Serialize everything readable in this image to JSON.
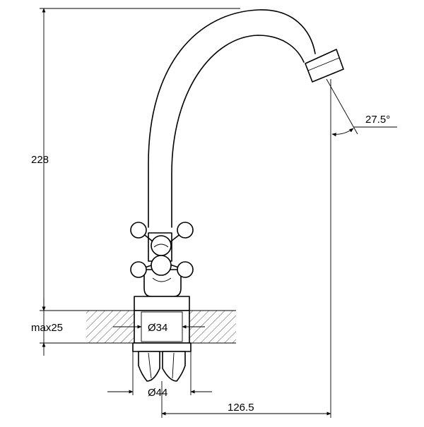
{
  "dimensions": {
    "height": "228",
    "max_thickness": "max25",
    "hole_diameter": "Ø34",
    "base_diameter": "Ø44",
    "reach": "126.5",
    "spout_angle": "27.5°"
  }
}
